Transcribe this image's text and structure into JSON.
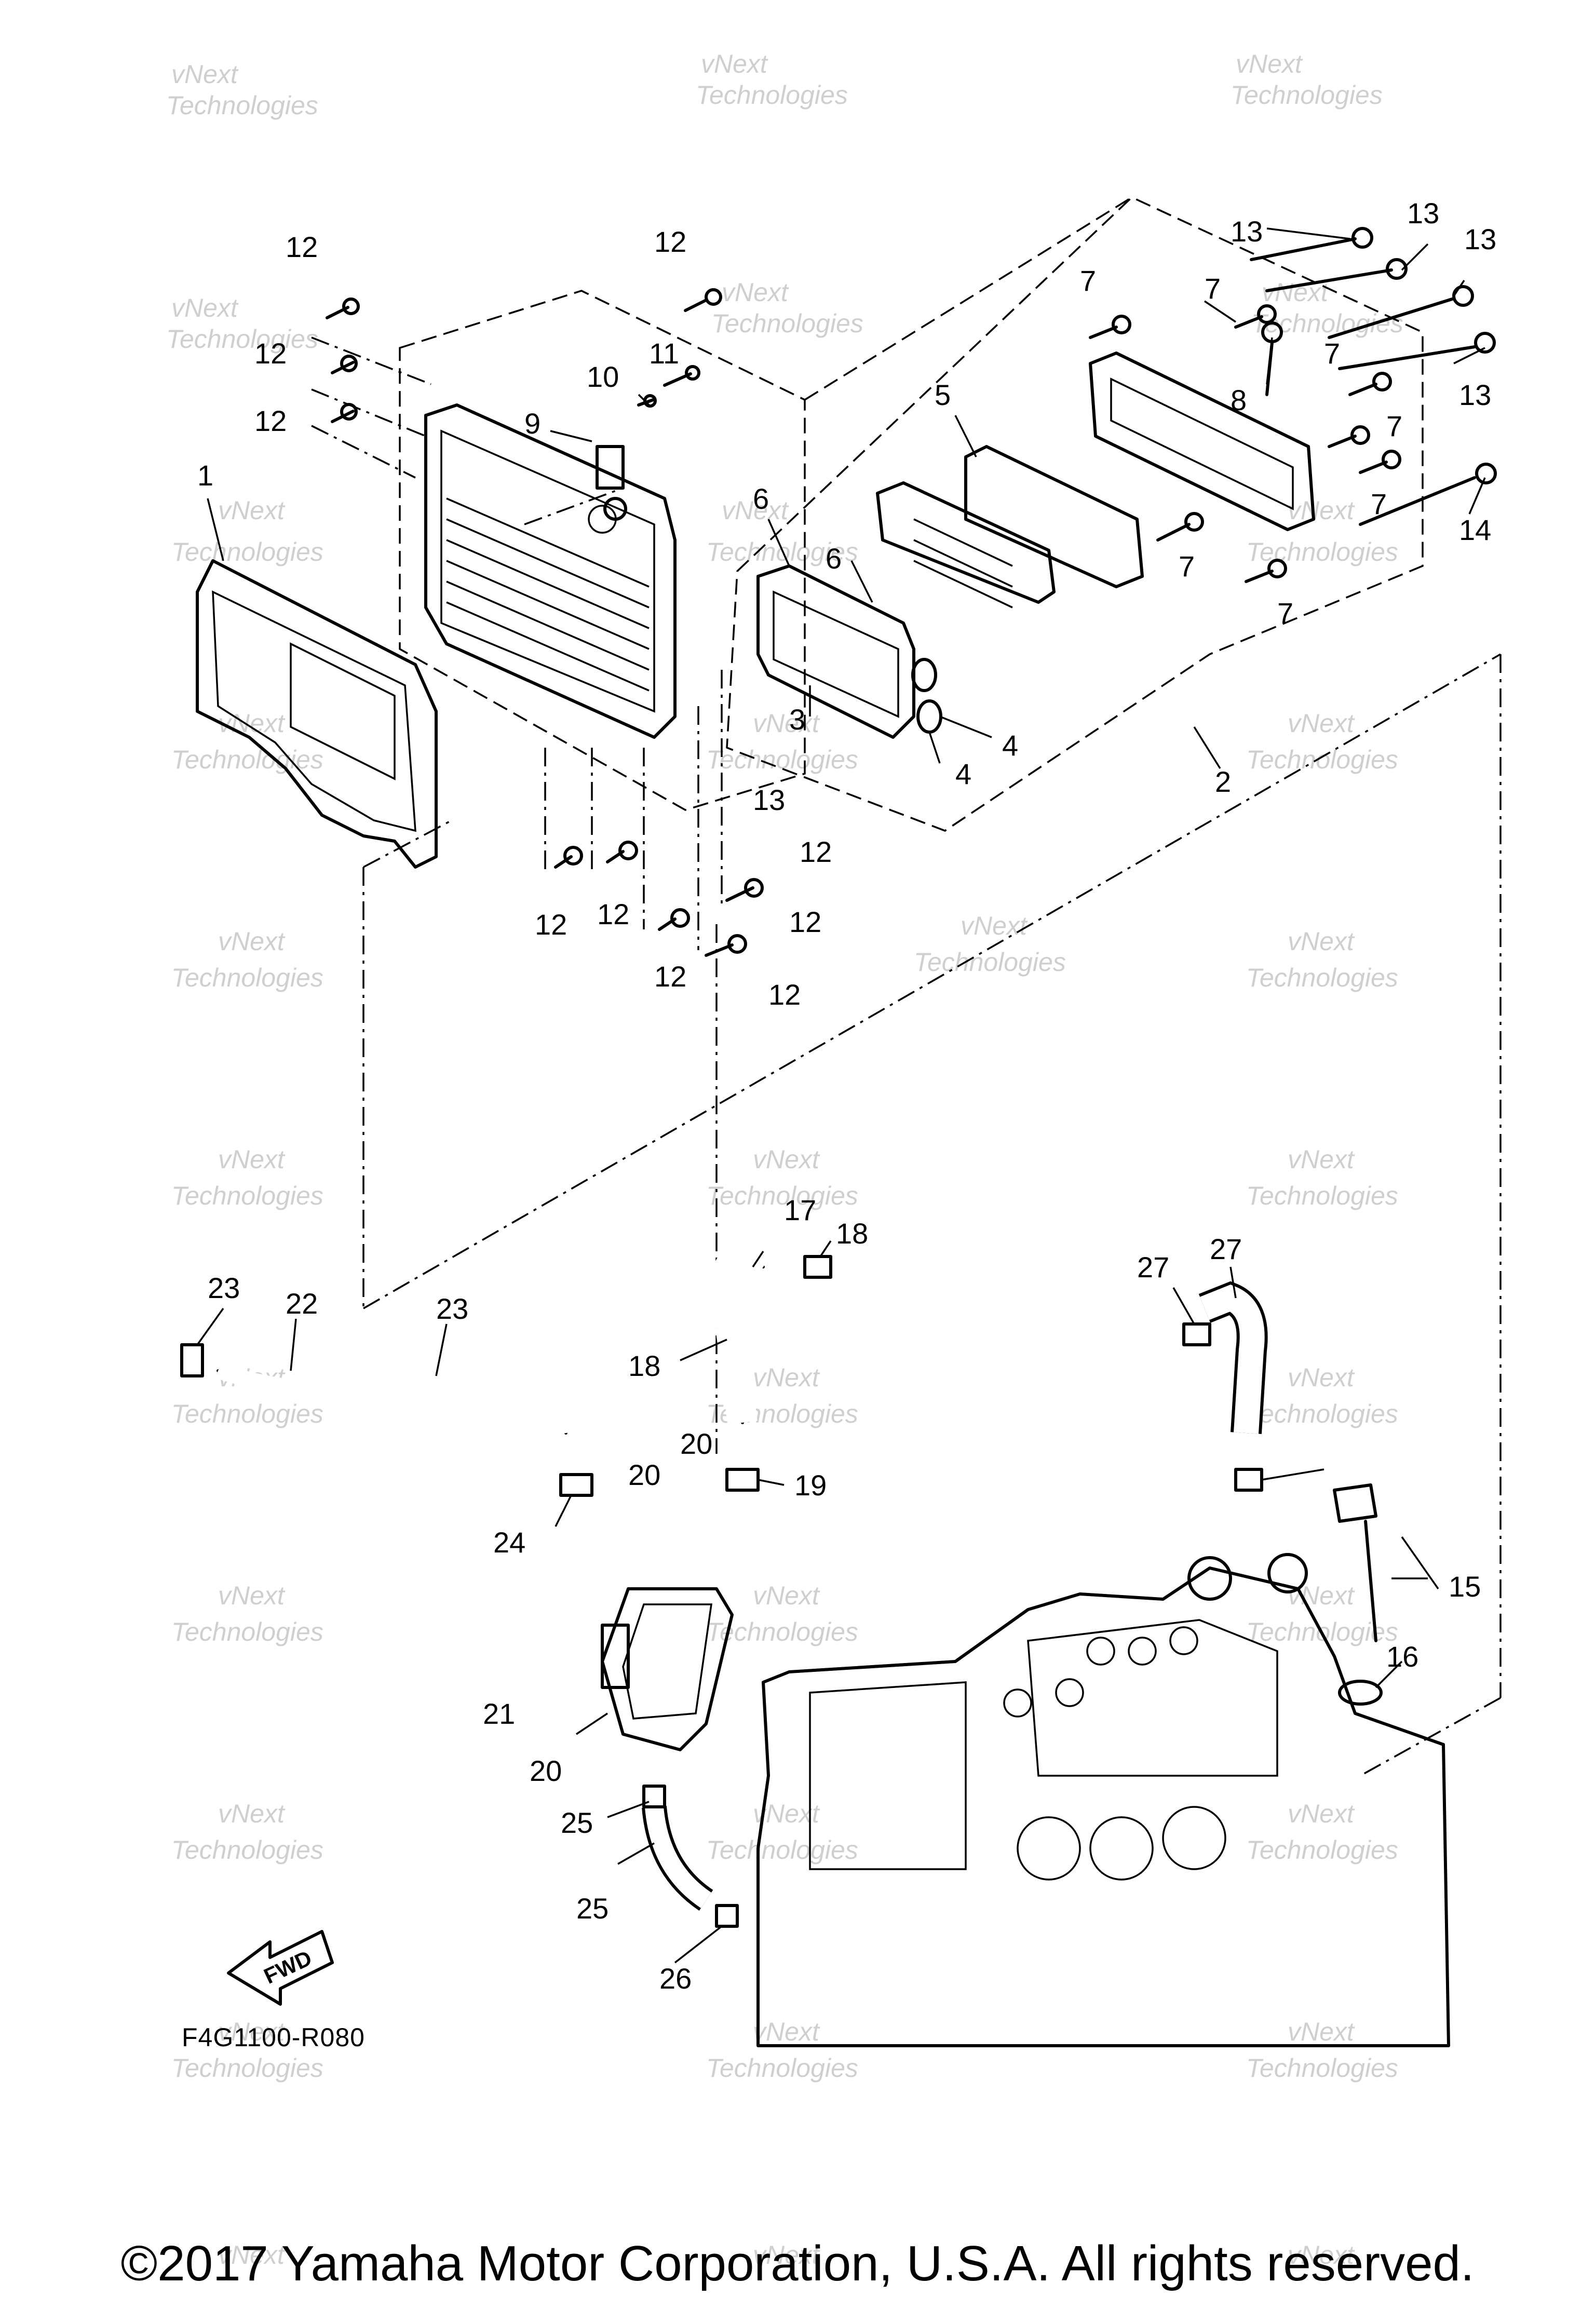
{
  "diagram": {
    "code": "F4G1100-R080",
    "copyright": "©2017 Yamaha Motor Corporation, U.S.A. All rights reserved.",
    "fwd_label": "FWD",
    "watermark": [
      "vNext",
      "Technologies"
    ],
    "callouts": [
      {
        "id": "c1",
        "text": "1"
      },
      {
        "id": "c2",
        "text": "2"
      },
      {
        "id": "c3",
        "text": "3"
      },
      {
        "id": "c4a",
        "text": "4"
      },
      {
        "id": "c4b",
        "text": "4"
      },
      {
        "id": "c5",
        "text": "5"
      },
      {
        "id": "c6a",
        "text": "6"
      },
      {
        "id": "c6b",
        "text": "6"
      },
      {
        "id": "c7a",
        "text": "7"
      },
      {
        "id": "c7b",
        "text": "7"
      },
      {
        "id": "c7c",
        "text": "7"
      },
      {
        "id": "c7d",
        "text": "7"
      },
      {
        "id": "c7e",
        "text": "7"
      },
      {
        "id": "c7f",
        "text": "7"
      },
      {
        "id": "c7g",
        "text": "7"
      },
      {
        "id": "c8",
        "text": "8"
      },
      {
        "id": "c9",
        "text": "9"
      },
      {
        "id": "c10",
        "text": "10"
      },
      {
        "id": "c11",
        "text": "11"
      },
      {
        "id": "c12a",
        "text": "12"
      },
      {
        "id": "c12b",
        "text": "12"
      },
      {
        "id": "c12c",
        "text": "12"
      },
      {
        "id": "c12d",
        "text": "12"
      },
      {
        "id": "c12e",
        "text": "12"
      },
      {
        "id": "c12f",
        "text": "12"
      },
      {
        "id": "c12g",
        "text": "12"
      },
      {
        "id": "c12h",
        "text": "12"
      },
      {
        "id": "c12i",
        "text": "12"
      },
      {
        "id": "c12j",
        "text": "12"
      },
      {
        "id": "c13a",
        "text": "13"
      },
      {
        "id": "c13b",
        "text": "13"
      },
      {
        "id": "c13c",
        "text": "13"
      },
      {
        "id": "c13d",
        "text": "13"
      },
      {
        "id": "c13e",
        "text": "13"
      },
      {
        "id": "c14",
        "text": "14"
      },
      {
        "id": "c15",
        "text": "15"
      },
      {
        "id": "c16",
        "text": "16"
      },
      {
        "id": "c17",
        "text": "17"
      },
      {
        "id": "c18a",
        "text": "18"
      },
      {
        "id": "c18b",
        "text": "18"
      },
      {
        "id": "c19",
        "text": "19"
      },
      {
        "id": "c20a",
        "text": "20"
      },
      {
        "id": "c20b",
        "text": "20"
      },
      {
        "id": "c20c",
        "text": "20"
      },
      {
        "id": "c21",
        "text": "21"
      },
      {
        "id": "c22",
        "text": "22"
      },
      {
        "id": "c23a",
        "text": "23"
      },
      {
        "id": "c23b",
        "text": "23"
      },
      {
        "id": "c24",
        "text": "24"
      },
      {
        "id": "c25a",
        "text": "25"
      },
      {
        "id": "c25b",
        "text": "25"
      },
      {
        "id": "c26",
        "text": "26"
      },
      {
        "id": "c27a",
        "text": "27"
      },
      {
        "id": "c27b",
        "text": "27"
      }
    ]
  }
}
